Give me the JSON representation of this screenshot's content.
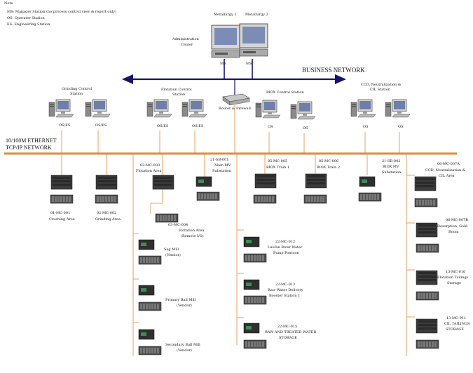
{
  "note": {
    "title": "Note",
    "lines": [
      "MS: Manager Station (no process control view & report only)",
      "OS: Operator Station",
      "ES: Engineering Station"
    ]
  },
  "admin": {
    "title1": "Administration",
    "title2": "Center",
    "metallurgy1": "Metallurgy 1",
    "metallurgy2": "Metallurgy 2",
    "ms1": "MS",
    "ms2": "MS"
  },
  "business_network": "BUSINESS NETWORK",
  "ethernet": {
    "line1": "10/100M ETHERNET",
    "line2": "TCP/IP NETWORK"
  },
  "router": "Router & Firewall",
  "stations": {
    "grinding": {
      "line1": "Grinding Control",
      "line2": "Station",
      "pc1": "OS/ES",
      "pc2": "OS/ES"
    },
    "flotation": {
      "line1": "Flotation Control",
      "line2": "Station",
      "pc1": "OS/ES",
      "pc2": "OS/ES"
    },
    "biox": {
      "line1": "BIOX Control Station",
      "pc1": "OS",
      "pc2": "OS"
    },
    "ccd": {
      "line1": "CCD, Neutralization &",
      "line2": "CIL Station",
      "pc1": "OS",
      "pc2": "OS"
    }
  },
  "cabinets": {
    "c01": {
      "id": "01-MC-001",
      "name": "Crushing Area"
    },
    "c02": {
      "id": "02-MC-002",
      "name": "Grinding Area"
    },
    "c03": {
      "id": "03-MC-003",
      "name": "Flotation Area"
    },
    "c21a": {
      "id": "21-SB-001",
      "name1": "Main MV",
      "name2": "Substation"
    },
    "c04": {
      "id": "03-MC-004",
      "name1": "Flotation Area",
      "name2": "(Remote I/O)"
    },
    "sag": {
      "name1": "Sag Mill",
      "name2": "(Vendor)"
    },
    "pbm": {
      "name1": "Primary Ball Mill",
      "name2": "(Vendor)"
    },
    "sbm": {
      "name1": "Secondary Ball Mill",
      "name2": "(Vendor)"
    },
    "c05": {
      "id": "05-MC-005",
      "name": "BIOX Train 1"
    },
    "c06": {
      "id": "05-MC-006",
      "name": "BIOX Train 2"
    },
    "c21b": {
      "id": "21-SB-002",
      "name1": "BIOX MV",
      "name2": "Substation"
    },
    "c12": {
      "id": "22-MC-012",
      "name1": "Luofan River Water",
      "name2": "Pump Pontoon"
    },
    "c13": {
      "id": "22-MC-013",
      "name1": "Raw Water Delivery",
      "name2": "Booster Station 1"
    },
    "c15": {
      "id": "22-MC-015",
      "name1": "RAW AND TREATED WATER",
      "name2": "STORAGE"
    },
    "c07a": {
      "id": "06-MC-007A",
      "name1": "CCD, Neutralization &",
      "name2": "CIL Area"
    },
    "c07b": {
      "id": "06-MC-007B",
      "name1": "Desorption, Gold",
      "name2": "Room"
    },
    "c10": {
      "id": "13-MC-010",
      "name1": "Flotation Tailings",
      "name2": "Storage"
    },
    "c11": {
      "id": "13-MC-011",
      "name1": "CIL TAILINGS",
      "name2": "STORAGE"
    }
  },
  "colors": {
    "ethernet": "#e5893b",
    "drop": "#e8a161",
    "business": "#14146e"
  }
}
